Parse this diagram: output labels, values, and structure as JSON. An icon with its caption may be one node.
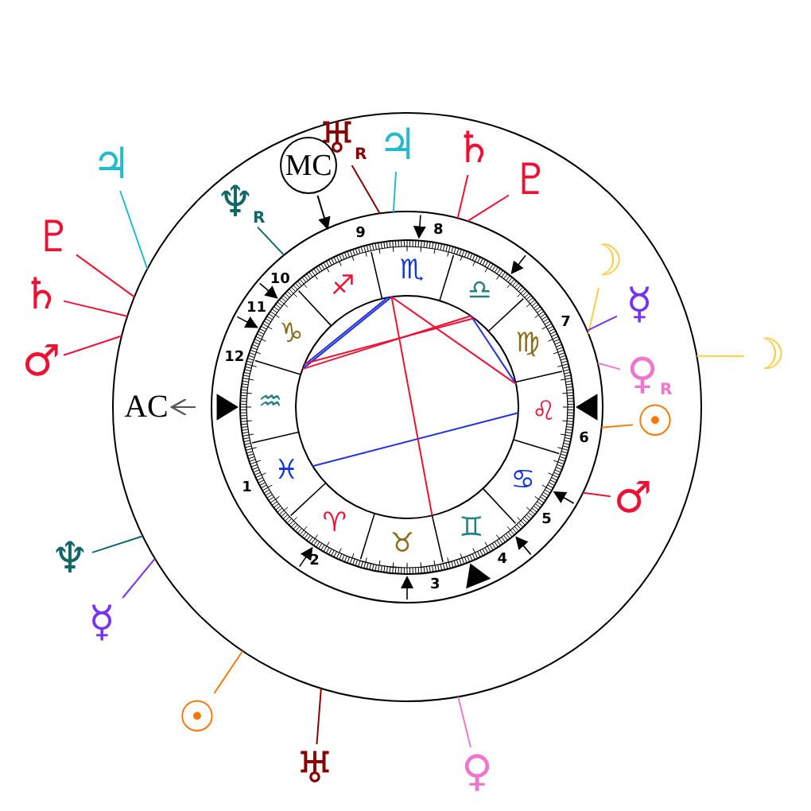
{
  "diagram": {
    "nodes": [
      {
        "text": [
          "♅"
        ],
        "beside": [
          "R"
        ]
      },
      {
        "text": [
          "♃"
        ]
      },
      {
        "text": [
          "♄"
        ]
      },
      {
        "text": [
          "MC"
        ]
      },
      {
        "text": [
          "♃"
        ]
      },
      {
        "text": [
          "♇"
        ]
      },
      {
        "text": [
          "♆"
        ],
        "beside": [
          "R"
        ]
      },
      {
        "text": [
          "♇"
        ]
      },
      {
        "text": [
          "☽"
        ]
      },
      {
        "text": [
          "♄"
        ]
      },
      {
        "text": [
          "☿"
        ]
      },
      {
        "text": [
          "♀"
        ],
        "beside": [
          "R"
        ]
      },
      {
        "text": [
          "♂"
        ]
      },
      {
        "text": [
          "☽"
        ]
      },
      {
        "text": [
          "AC"
        ]
      },
      {
        "text": [
          "☉"
        ]
      },
      {
        "text": [
          "♂"
        ]
      },
      {
        "text": [
          "♆"
        ]
      },
      {
        "text": [
          "☿"
        ]
      },
      {
        "text": [
          "☉"
        ]
      },
      {
        "text": [
          "♅"
        ]
      },
      {
        "text": [
          "♀"
        ]
      }
    ],
    "edges": [
      {
        "from": 0,
        "to": null,
        "arrow": "none",
        "color": "#880000"
      },
      {
        "from": 1,
        "to": null,
        "arrow": "none",
        "color": "#22bbcc"
      },
      {
        "from": 2,
        "to": null,
        "arrow": "none",
        "color": "#ee1133"
      },
      {
        "from": 3,
        "to": null,
        "arrow": "to",
        "color": "#000000"
      },
      {
        "from": 4,
        "to": null,
        "arrow": "none",
        "color": "#22bbcc"
      },
      {
        "from": 5,
        "to": null,
        "arrow": "none",
        "color": "#ee1133"
      },
      {
        "from": 6,
        "to": null,
        "arrow": "none",
        "color": "#116666"
      },
      {
        "from": 7,
        "to": null,
        "arrow": "none",
        "color": "#ee1133"
      },
      {
        "from": 8,
        "to": null,
        "arrow": "none",
        "color": "#ffcc44"
      },
      {
        "from": 9,
        "to": null,
        "arrow": "none",
        "color": "#ee1133"
      },
      {
        "from": 10,
        "to": null,
        "arrow": "none",
        "color": "#7733ee"
      },
      {
        "from": 11,
        "to": null,
        "arrow": "none",
        "color": "#ee77cc"
      },
      {
        "from": 12,
        "to": null,
        "arrow": "none",
        "color": "#ee1133"
      },
      {
        "from": 13,
        "to": null,
        "arrow": "none",
        "color": "#ffcc44"
      },
      {
        "from": null,
        "to": 14,
        "arrow": "to",
        "color": "#555555"
      },
      {
        "from": 15,
        "to": null,
        "arrow": "none",
        "color": "#ff7700"
      },
      {
        "from": 16,
        "to": null,
        "arrow": "none",
        "color": "#ee1133"
      },
      {
        "from": 17,
        "to": null,
        "arrow": "none",
        "color": "#116666"
      },
      {
        "from": 18,
        "to": null,
        "arrow": "none",
        "color": "#7733ee"
      },
      {
        "from": 19,
        "to": null,
        "arrow": "none",
        "color": "#ff7700"
      },
      {
        "from": 20,
        "to": null,
        "arrow": "none",
        "color": "#880000"
      },
      {
        "from": 21,
        "to": null,
        "arrow": "none",
        "color": "#ee77cc"
      }
    ],
    "labels": [
      "♈",
      "♉",
      "♊",
      "♋",
      "♌",
      "♍",
      "♎",
      "♏",
      "♐",
      "♑",
      "♒",
      "♓",
      "1",
      "2",
      "3",
      "4",
      "5",
      "6",
      "7",
      "8",
      "9",
      "10",
      "11",
      "12"
    ]
  }
}
